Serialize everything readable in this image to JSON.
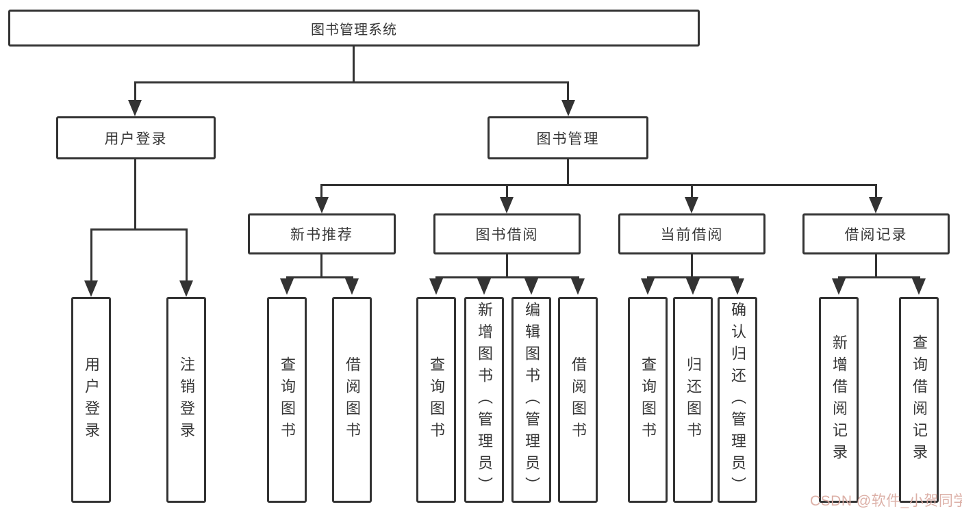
{
  "diagram": {
    "root": {
      "label": "图书管理系统"
    },
    "branches": [
      {
        "label": "用户登录",
        "leaves": [
          "用户登录",
          "注销登录"
        ]
      },
      {
        "label": "图书管理",
        "children": [
          {
            "label": "新书推荐",
            "leaves": [
              "查询图书",
              "借阅图书"
            ]
          },
          {
            "label": "图书借阅",
            "leaves": [
              "查询图书",
              "新增图书（管理员）",
              "编辑图书（管理员）",
              "借阅图书"
            ]
          },
          {
            "label": "当前借阅",
            "leaves": [
              "查询图书",
              "归还图书",
              "确认归还（管理员）"
            ]
          },
          {
            "label": "借阅记录",
            "leaves": [
              "新增借阅记录",
              "查询借阅记录"
            ]
          }
        ]
      }
    ],
    "watermark": "CSDN @软件_小贺同学",
    "colors": {
      "line": "#333333",
      "watermark": "#dbaca3",
      "text": "#363636"
    }
  }
}
